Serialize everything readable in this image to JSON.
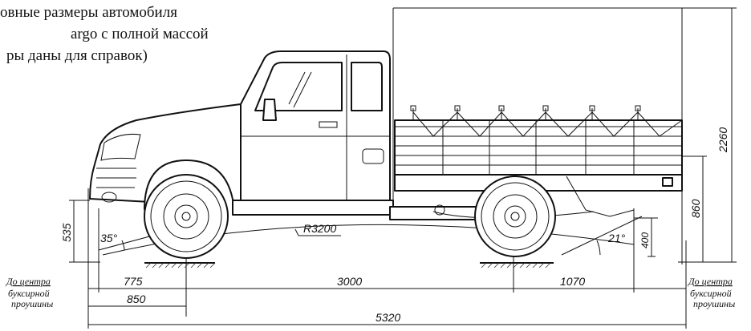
{
  "caption": {
    "line1": "овные размеры автомобиля",
    "line2": "argo с полной массой",
    "line3": "ры даны для справок)"
  },
  "dimensions": {
    "overall_length": "5320",
    "wheelbase": "3000",
    "front_overhang": "775",
    "front_to_hook": "850",
    "rear_overhang": "1070",
    "height": "2260",
    "platform_height": "860",
    "front_height": "535",
    "rear_clearance": "400",
    "approach_angle": "35°",
    "departure_angle": "21°",
    "ramp_radius": "R3200"
  },
  "labels": {
    "left_ref": [
      "До центра",
      "буксирной",
      "проушины"
    ],
    "right_ref": [
      "До центра",
      "буксирной",
      "проушины"
    ]
  }
}
